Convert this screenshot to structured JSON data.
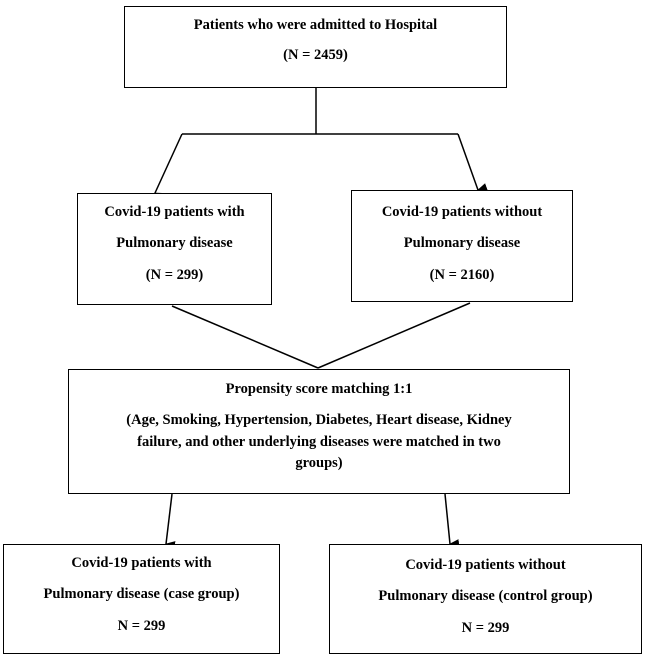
{
  "boxes": {
    "admitted": {
      "title": "Patients who were admitted to Hospital",
      "count": "(N = 2459)"
    },
    "with_pulmonary": {
      "line1": "Covid-19 patients with",
      "line2": "Pulmonary  disease",
      "count": "(N = 299)"
    },
    "without_pulmonary": {
      "line1": "Covid-19 patients without",
      "line2": "Pulmonary  disease",
      "count": "(N = 2160)"
    },
    "matching": {
      "title": "Propensity score matching 1:1",
      "line1": "(Age, Smoking, Hypertension, Diabetes, Heart disease, Kidney",
      "line2": "failure, and other underlying diseases were matched in two",
      "line3": "groups)"
    },
    "case_group": {
      "line1": "Covid-19 patients with",
      "line2": "Pulmonary  disease (case group)",
      "count": "N = 299"
    },
    "control_group": {
      "line1": "Covid-19 patients without",
      "line2": "Pulmonary  disease (control group)",
      "count": "N = 299"
    }
  }
}
